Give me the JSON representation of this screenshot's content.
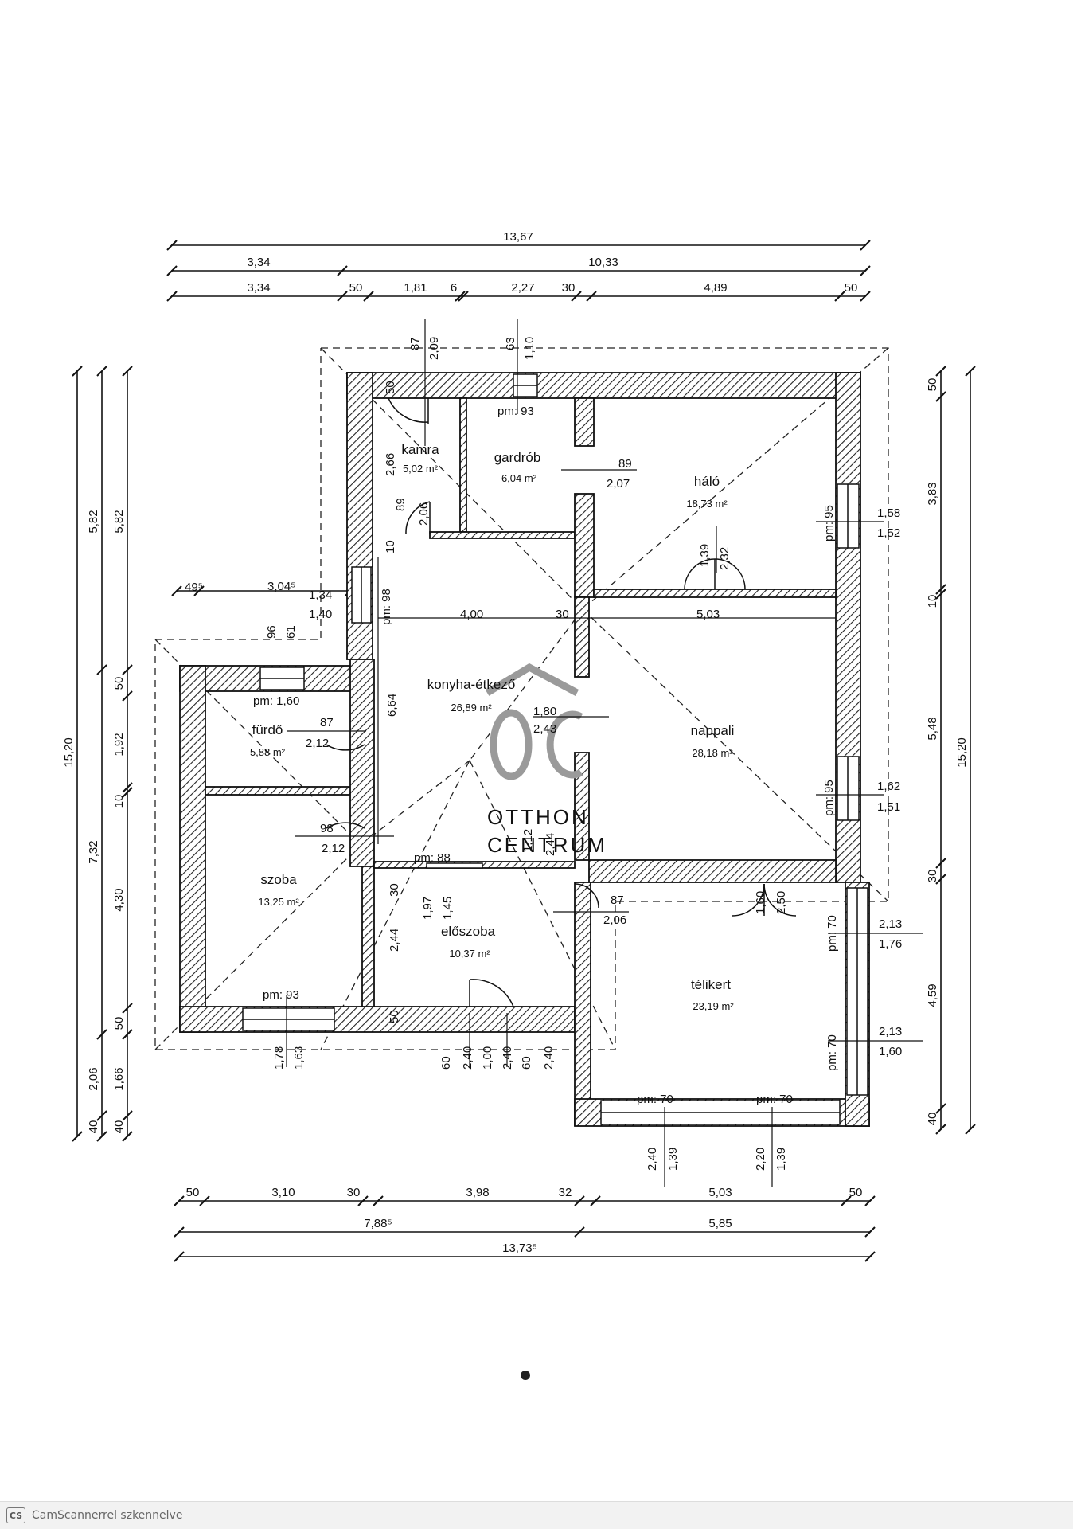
{
  "rooms": [
    {
      "id": "kamra",
      "name": "kamra",
      "area": "5,02 m²"
    },
    {
      "id": "gardrob",
      "name": "gardrób",
      "area": "6,04 m²"
    },
    {
      "id": "halo",
      "name": "háló",
      "area": "18,73 m²"
    },
    {
      "id": "konyha",
      "name": "konyha-étkező",
      "area": "26,89 m²"
    },
    {
      "id": "nappali",
      "name": "nappali",
      "area": "28,18 m²"
    },
    {
      "id": "furdo",
      "name": "fürdő",
      "area": "5,88 m²"
    },
    {
      "id": "szoba",
      "name": "szoba",
      "area": "13,25 m²"
    },
    {
      "id": "eloszoba",
      "name": "előszoba",
      "area": "10,37 m²"
    },
    {
      "id": "telikert",
      "name": "télikert",
      "area": "23,19 m²"
    }
  ],
  "top_dims": {
    "total": "13,67",
    "row2": [
      "3,34",
      "10,33"
    ],
    "row3": [
      "3,34",
      "50",
      "1,81",
      "6",
      "2,27",
      "30",
      "4,89",
      "50"
    ]
  },
  "bottom_dims": {
    "row1": [
      "50",
      "3,10",
      "30",
      "3,98",
      "32",
      "5,03",
      "50"
    ],
    "row2": [
      "7,88⁵",
      "5,85"
    ],
    "total": "13,73⁵"
  },
  "left_dims": {
    "outer": "15,20",
    "mid": [
      "5,82",
      "7,32",
      "2,06",
      "40"
    ],
    "inner": [
      "5,82",
      "50",
      "1,92",
      "10",
      "4,30",
      "50",
      "1,66",
      "40"
    ]
  },
  "right_dims": {
    "inner": [
      "50",
      "3,83",
      "10",
      "5,48",
      "30",
      "4,59",
      "40"
    ],
    "outer": "15,20"
  },
  "small_labels": {
    "left_offset": "49⁵",
    "left_width": "3,04⁵",
    "left_a": "1,34",
    "left_b": "1,40",
    "kamra_door_a": "87",
    "kamra_door_b": "2,09",
    "gard_door_a": "63",
    "gard_door_b": "1,10",
    "kamra_50": "50",
    "kamra_h": "2,66",
    "kamra_ddoor_a": "89",
    "kamra_ddoor_b": "2,06",
    "kamra_10": "10",
    "gard_pm": "pm: 93",
    "gard_89": "89",
    "gard_207": "2,07",
    "halo_pm": "pm: 95",
    "halo_win_a": "1,58",
    "halo_win_b": "1,52",
    "halo_door_a": "1,39",
    "halo_door_b": "2,32",
    "konyha_pm": "pm: 98",
    "konyha_w": "4,00",
    "konyha_30": "30",
    "nappali_w": "5,03",
    "konyha_h": "6,64",
    "konyha_180": "1,80",
    "konyha_243": "2,43",
    "furdo_96": "96",
    "furdo_61": "61",
    "furdo_pm": "pm: 1,60",
    "furdo_87": "87",
    "furdo_212": "2,12",
    "szoba_98": "98",
    "szoba_212": "2,12",
    "szoba_pm": "pm: 93",
    "szoba_178": "1,78",
    "szoba_163": "1,63",
    "konyha_pm88": "pm: 88",
    "konyha_112": "1,12",
    "konyha_244": "2,44",
    "nappali_pm": "pm: 95",
    "nappali_win_a": "1,62",
    "nappali_win_b": "1,51",
    "nappali_door_a": "1,60",
    "nappali_door_b": "2,50",
    "elo_30": "30",
    "elo_197": "1,97",
    "elo_145": "1,45",
    "elo_244": "2,44",
    "elo_50": "50",
    "elo_87": "87",
    "elo_206": "2,06",
    "bot_60a": "60",
    "bot_240a": "2,40",
    "bot_100": "1,00",
    "bot_240b": "2,40",
    "bot_60b": "60",
    "bot_240c": "2,40",
    "tk_pm70a": "pm: 70",
    "tk_213a": "2,13",
    "tk_176": "1,76",
    "tk_pm70b": "pm: 70",
    "tk_213b": "2,13",
    "tk_160": "1,60",
    "tk_pm70c": "pm: 70",
    "tk_pm70d": "pm: 70",
    "tk_240": "2,40",
    "tk_139a": "1,39",
    "tk_220": "2,20",
    "tk_139b": "1,39"
  },
  "watermark": {
    "top": "OTTHON",
    "bottom": "CENTRUM"
  },
  "footer": {
    "badge": "CS",
    "text": "CamScannerrel szkennelve"
  }
}
